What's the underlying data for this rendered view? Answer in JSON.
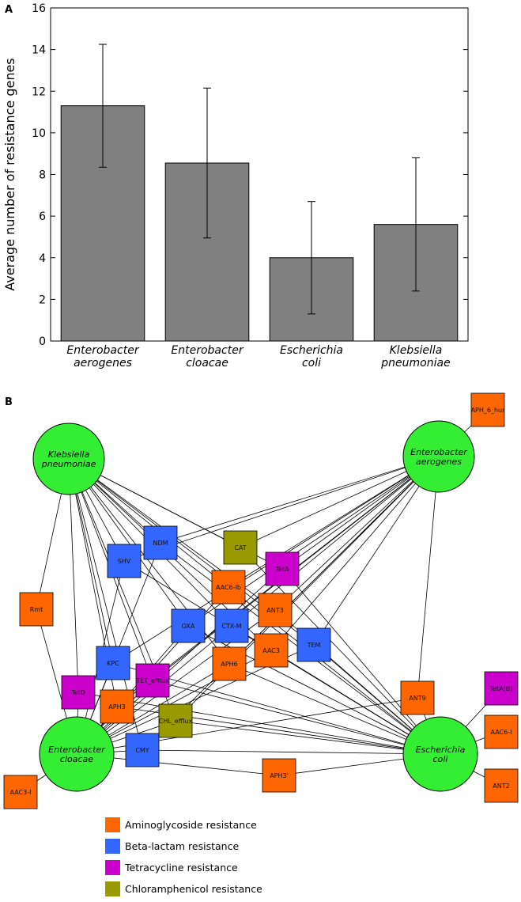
{
  "panel_a": {
    "letter": "A",
    "chart_data": {
      "type": "bar",
      "categories": [
        [
          "Enterobacter",
          "aerogenes"
        ],
        [
          "Enterobacter",
          "cloacae"
        ],
        [
          "Escherichia",
          "coli"
        ],
        [
          "Klebsiella",
          "pneumoniae"
        ]
      ],
      "values": [
        11.3,
        8.55,
        4.0,
        5.6
      ],
      "errors": [
        2.95,
        3.6,
        2.7,
        3.2
      ],
      "title": "",
      "xlabel": "",
      "ylabel": "Average number of resistance genes",
      "ylim": [
        0,
        16
      ],
      "yticks": [
        "0",
        "2",
        "4",
        "6",
        "8",
        "10",
        "12",
        "14",
        "16"
      ],
      "bar_color": "#808080",
      "grid": false
    }
  },
  "panel_b": {
    "letter": "B",
    "network": {
      "type": "network",
      "categories": [
        {
          "key": "amino",
          "name": "Aminoglycoside resistance",
          "color": "#ff6600"
        },
        {
          "key": "beta",
          "name": "Beta-lactam resistance",
          "color": "#3366ff"
        },
        {
          "key": "tetra",
          "name": "Tetracycline resistance",
          "color": "#cc00cc"
        },
        {
          "key": "chlor",
          "name": "Chloramphenicol resistance",
          "color": "#999900"
        }
      ],
      "species": [
        {
          "id": "kp",
          "lines": [
            "Klebsiella",
            "pneumoniae"
          ],
          "color": "#33ee33"
        },
        {
          "id": "ea",
          "lines": [
            "Enterobacter",
            "aerogenes"
          ],
          "color": "#33ee33"
        },
        {
          "id": "ec",
          "lines": [
            "Enterobacter",
            "cloacae"
          ],
          "color": "#33ee33"
        },
        {
          "id": "co",
          "lines": [
            "Escherichia",
            "coli"
          ],
          "color": "#33ee33"
        }
      ],
      "genes": [
        {
          "id": "APH_6_hum",
          "label": "APH_6_hur",
          "cat": "amino"
        },
        {
          "id": "CAT",
          "label": "CAT",
          "cat": "chlor"
        },
        {
          "id": "NDM",
          "label": "NDM",
          "cat": "beta"
        },
        {
          "id": "SHV",
          "label": "SHV",
          "cat": "beta"
        },
        {
          "id": "TetA",
          "label": "TetA",
          "cat": "tetra"
        },
        {
          "id": "AAC6-Ib",
          "label": "AAC6-Ib",
          "cat": "amino"
        },
        {
          "id": "Rmt",
          "label": "Rmt",
          "cat": "amino"
        },
        {
          "id": "OXA",
          "label": "OXA",
          "cat": "beta"
        },
        {
          "id": "CTX-M",
          "label": "CTX-M",
          "cat": "beta"
        },
        {
          "id": "ANT3",
          "label": "ANT3",
          "cat": "amino"
        },
        {
          "id": "TEM",
          "label": "TEM",
          "cat": "beta"
        },
        {
          "id": "AAC3",
          "label": "AAC3",
          "cat": "amino"
        },
        {
          "id": "KPC",
          "label": "KPC",
          "cat": "beta"
        },
        {
          "id": "APH6",
          "label": "APH6",
          "cat": "amino"
        },
        {
          "id": "TET_efflux",
          "label": "TET_efflux",
          "cat": "tetra"
        },
        {
          "id": "TetD",
          "label": "TetD",
          "cat": "tetra"
        },
        {
          "id": "APH3",
          "label": "APH3",
          "cat": "amino"
        },
        {
          "id": "CHL_efflux",
          "label": "CHL_efflux",
          "cat": "chlor"
        },
        {
          "id": "ANT9",
          "label": "ANT9",
          "cat": "amino"
        },
        {
          "id": "TetA(B)",
          "label": "TetA(B)",
          "cat": "tetra"
        },
        {
          "id": "AAC6-I",
          "label": "AAC6-I",
          "cat": "amino"
        },
        {
          "id": "CMY",
          "label": "CMY",
          "cat": "beta"
        },
        {
          "id": "APH3'",
          "label": "APH3'",
          "cat": "amino"
        },
        {
          "id": "AAC3-I",
          "label": "AAC3-I",
          "cat": "amino"
        },
        {
          "id": "ANT2",
          "label": "ANT2",
          "cat": "amino"
        }
      ],
      "edges": {
        "kp": [
          "Rmt",
          "NDM",
          "SHV",
          "CAT",
          "TetA",
          "AAC6-Ib",
          "OXA",
          "CTX-M",
          "ANT3",
          "TEM",
          "AAC3",
          "KPC",
          "APH6",
          "TET_efflux",
          "TetD",
          "APH3",
          "CHL_efflux",
          "CMY"
        ],
        "ea": [
          "APH_6_hum",
          "NDM",
          "SHV",
          "CAT",
          "TetA",
          "AAC6-Ib",
          "OXA",
          "CTX-M",
          "ANT3",
          "TEM",
          "AAC3",
          "KPC",
          "APH6",
          "TET_efflux",
          "APH3",
          "CHL_efflux",
          "CMY",
          "ANT9"
        ],
        "ec": [
          "Rmt",
          "NDM",
          "SHV",
          "TetA",
          "AAC6-Ib",
          "OXA",
          "CTX-M",
          "ANT3",
          "TEM",
          "AAC3",
          "KPC",
          "APH6",
          "TET_efflux",
          "TetD",
          "APH3",
          "CHL_efflux",
          "CMY",
          "ANT9",
          "APH3'",
          "AAC3-I"
        ],
        "co": [
          "NDM",
          "SHV",
          "CAT",
          "TetA",
          "AAC6-Ib",
          "OXA",
          "CTX-M",
          "ANT3",
          "TEM",
          "AAC3",
          "KPC",
          "APH6",
          "TET_efflux",
          "TetD",
          "APH3",
          "CHL_efflux",
          "CMY",
          "ANT9",
          "APH3'",
          "TetA(B)",
          "AAC6-I",
          "ANT2"
        ]
      }
    }
  }
}
